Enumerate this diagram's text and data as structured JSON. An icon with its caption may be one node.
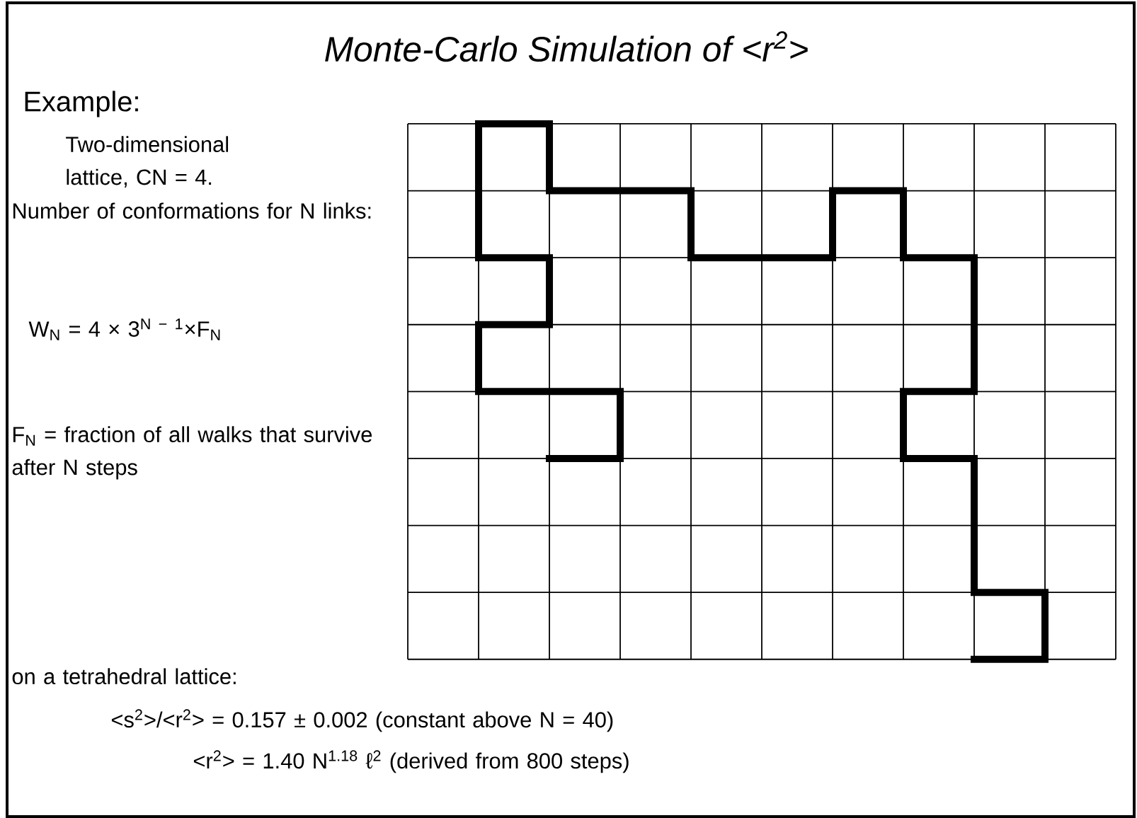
{
  "diagram": {
    "title": "Monte-Carlo Simulation of <r$^{2}$>",
    "labels": [
      "Example:",
      "Two-dimensional lattice, CN = 4.",
      "Number of conformations for N links:",
      "W$_{N}$ = 4 × 3$^{N − 1}$×F$_{N}$",
      "F$_{N}$ = fraction of all walks that survive after N steps",
      "on a tetrahedral lattice:",
      "<s$^{2}$>/<r$^{2}$> = 0.157 ± 0.002  (constant above N = 40)",
      "<r$^{2}$> =  1.40 N$^{1.18}$ ℓ$^{2}$ (derived from 800 steps)"
    ]
  }
}
